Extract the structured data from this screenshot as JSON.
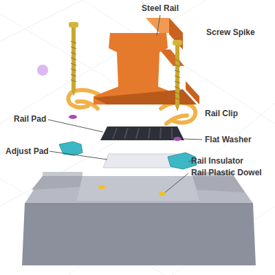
{
  "diagram": {
    "labels": [
      "Steel Rail",
      "Screw Spike",
      "Rail Clip",
      "Rail Pad",
      "Flat Washer",
      "Adjust Pad",
      "Rail Insulator",
      "Rail Plastic Dowel"
    ]
  }
}
